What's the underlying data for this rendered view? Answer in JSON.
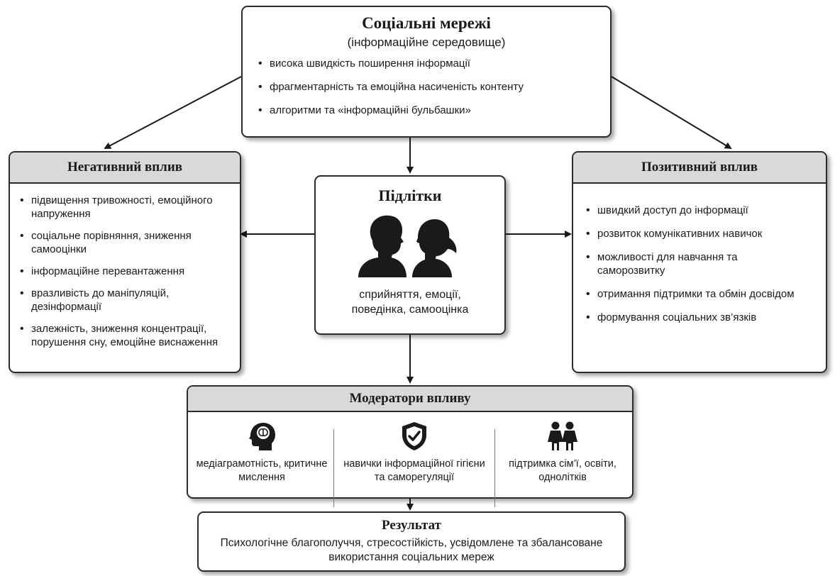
{
  "social": {
    "title": "Соціальні мережі",
    "subtitle": "(інформаційне середовище)",
    "items": [
      "висока швидкість поширення інформації",
      "фрагментарність та емоційна насиченість контенту",
      "алгоритми та «інформаційні бульбашки»"
    ]
  },
  "negative": {
    "title": "Негативний вплив",
    "items": [
      "підвищення тривожності, емоційного напруження",
      "соціальне порівняння, зниження самооцінки",
      "інформаційне перевантаження",
      "вразливість до маніпуляцій, дезінформації",
      "залежність, зниження концентрації, порушення сну, емоційне виснаження"
    ]
  },
  "teens": {
    "title": "Підлітки",
    "caption": "сприйняття, емоції, поведінка, самооцінка"
  },
  "positive": {
    "title": "Позитивний вплив",
    "items": [
      "швидкий доступ до інформації",
      "розвиток комунікативних навичок",
      "можливості для навчання та саморозвитку",
      "отримання підтримки та обмін досвідом",
      "формування соціальних зв’язків"
    ]
  },
  "moderators": {
    "title": "Модератори впливу",
    "items": [
      {
        "label": "медіаграмотність, критичне мислення",
        "icon": "brain-head-icon"
      },
      {
        "label": "навички інформаційної гігієни та саморегуляції",
        "icon": "shield-check-icon"
      },
      {
        "label": "підтримка сім’ї, освіти, однолітків",
        "icon": "people-icon"
      }
    ]
  },
  "result": {
    "title": "Результат",
    "text": "Психологічне благополуччя, стресостійкість, усвідомлене та збалансоване використання соціальних мереж"
  }
}
